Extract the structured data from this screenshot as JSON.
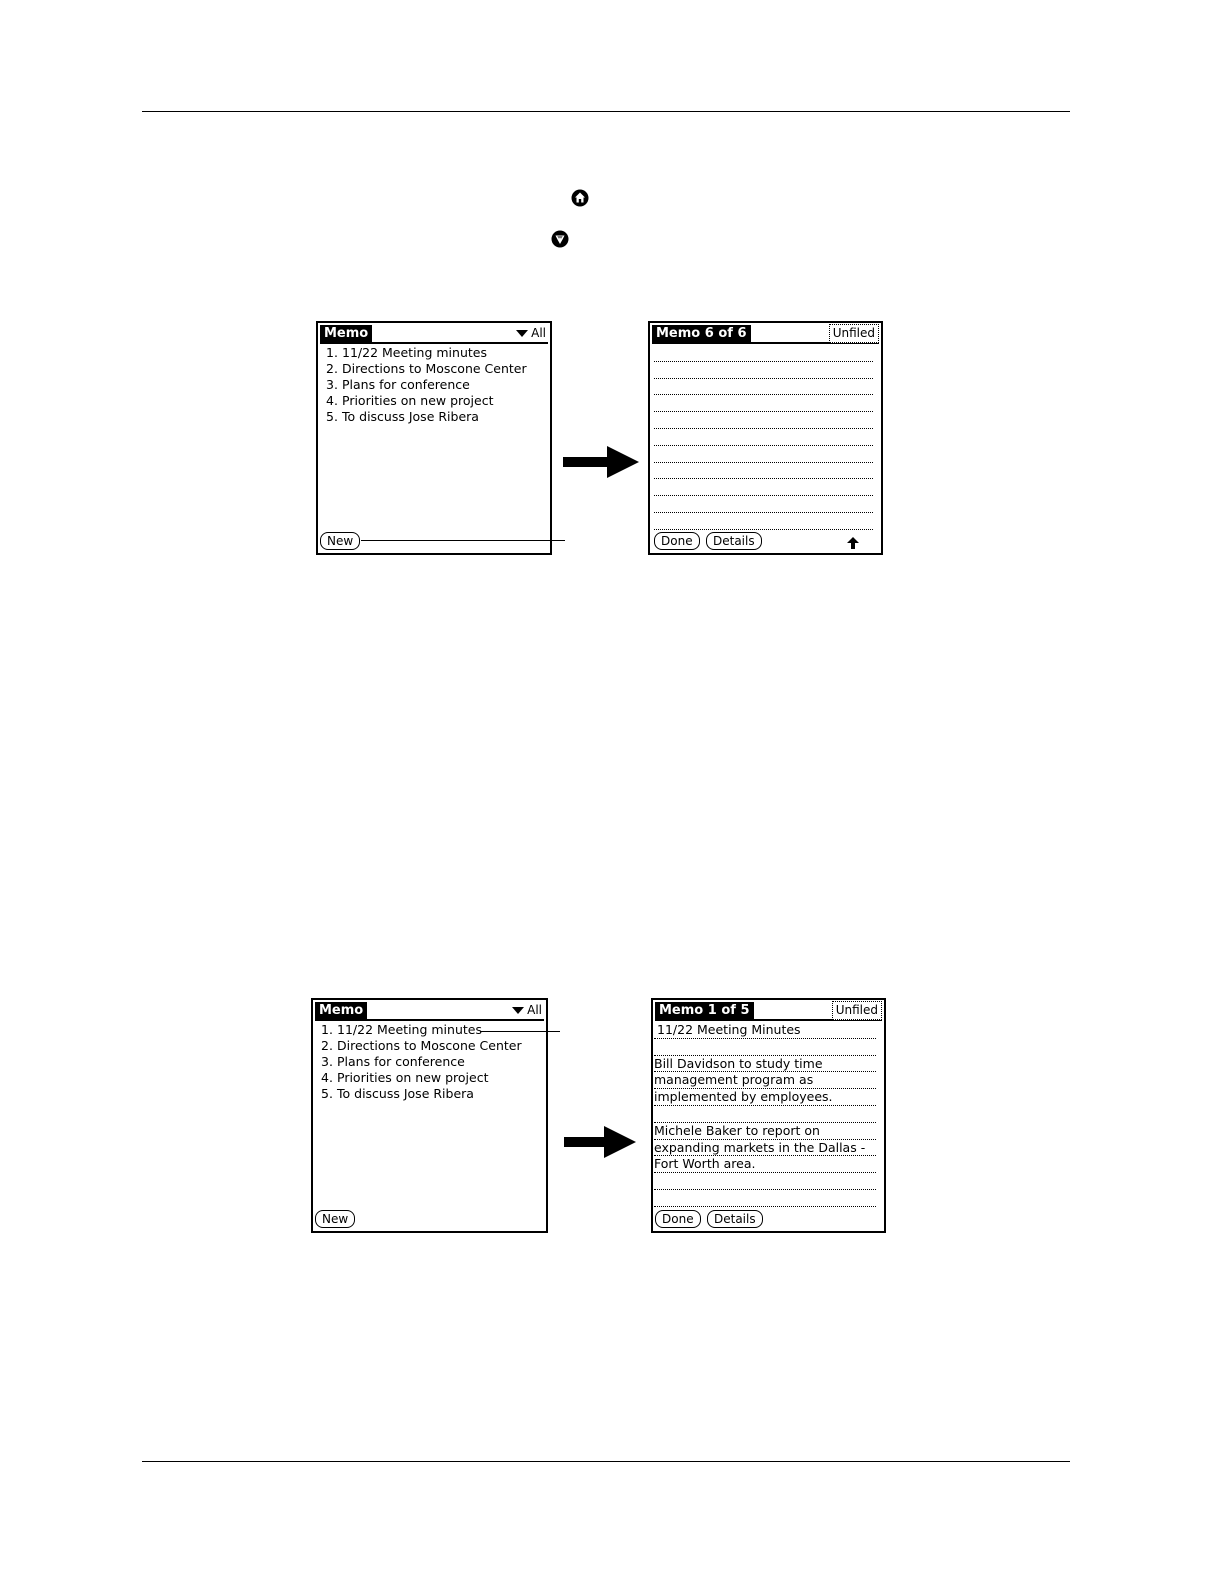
{
  "screen1_list": {
    "title": "Memo",
    "category": "All",
    "items": [
      {
        "num": "1.",
        "text": "11/22 Meeting minutes"
      },
      {
        "num": "2.",
        "text": "Directions to Moscone Center"
      },
      {
        "num": "3.",
        "text": "Plans for conference"
      },
      {
        "num": "4.",
        "text": "Priorities on new project"
      },
      {
        "num": "5.",
        "text": "To discuss Jose Ribera"
      }
    ],
    "new_button": "New"
  },
  "screen1_edit": {
    "title": "Memo 6 of 6",
    "category": "Unfiled",
    "done_button": "Done",
    "details_button": "Details"
  },
  "screen2_list": {
    "title": "Memo",
    "category": "All",
    "items": [
      {
        "num": "1.",
        "text": "11/22 Meeting minutes"
      },
      {
        "num": "2.",
        "text": "Directions to Moscone Center"
      },
      {
        "num": "3.",
        "text": "Plans for conference"
      },
      {
        "num": "4.",
        "text": "Priorities on new project"
      },
      {
        "num": "5.",
        "text": "To discuss Jose Ribera"
      }
    ],
    "new_button": "New"
  },
  "screen2_edit": {
    "title": "Memo 1 of 5",
    "category": "Unfiled",
    "lines": [
      "11/22 Meeting Minutes",
      "",
      "Bill Davidson to study time",
      "management program as",
      "implemented by employees.",
      "",
      "Michele Baker to report on",
      "expanding markets in the Dallas -",
      "Fort Worth area.",
      "",
      ""
    ],
    "done_button": "Done",
    "details_button": "Details"
  },
  "icons": {
    "home": "home-icon",
    "menu": "menu-icon",
    "arrow": "right-arrow-icon",
    "scroll": "scroll-up-icon"
  }
}
